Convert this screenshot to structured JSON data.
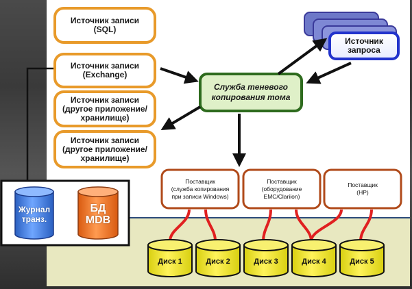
{
  "sources": [
    {
      "label": "Источник записи\n(SQL)"
    },
    {
      "label": "Источник записи\n(Exchange)"
    },
    {
      "label": "Источник записи\n(другое приложение/\nхранилище)"
    },
    {
      "label": "Источник записи\n(другое приложение/\nхранилище)"
    }
  ],
  "vss": {
    "label": "Служба теневого\nкопирования тома"
  },
  "requester": {
    "label": "Источник\nзапроса"
  },
  "providers": [
    {
      "label": "Поставщик\n(служба копирования\nпри записи Windows)"
    },
    {
      "label": "Поставщик\n(оборудование\nEMC/Clariion)"
    },
    {
      "label": "Поставщик\n(HP)"
    }
  ],
  "disks": [
    "Диск 1",
    "Диск 2",
    "Диск 3",
    "Диск 4",
    "Диск 5"
  ],
  "databases": {
    "journal": "Журнал\nтранз.",
    "mdb": "БД\nMDB"
  },
  "colors": {
    "source_border": "#e89a2a",
    "vss_border": "#2e6b1e",
    "vss_fill": "#dff0c8",
    "requester_border": "#2233cc",
    "provider_border": "#b04a1a",
    "connector": "#e02020",
    "disk_fill": "#f2ea1a",
    "journal_fill": "#3b7de0",
    "mdb_fill": "#f07020",
    "floor_fill": "#e8e8c0"
  }
}
